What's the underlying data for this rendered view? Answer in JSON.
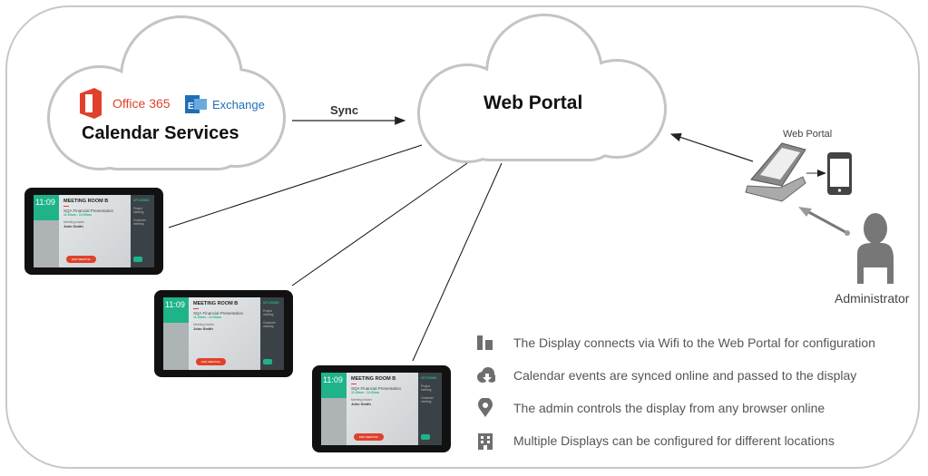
{
  "calendar_cloud": {
    "title": "Calendar Services",
    "office_logo": "Office 365",
    "exchange_logo": "Exchange"
  },
  "sync_label": "Sync",
  "portal_cloud": {
    "title": "Web Portal"
  },
  "admin": {
    "laptop_label": "Web Portal",
    "person_label": "Administrator"
  },
  "tablet": {
    "time": "11:09",
    "room": "MEETING ROOM B",
    "event": "SQA Financial Presentation",
    "event_time": "11:00am - 12:00am",
    "leader_label": "Meeting leader",
    "leader": "John Smith",
    "end_button": "END MEETING",
    "upcoming": "UPCOMING",
    "upcoming_items": [
      "Project meeting",
      "Customer meeting"
    ]
  },
  "features": [
    {
      "icon": "chess-icon",
      "text": "The Display connects via Wifi to the Web Portal for configuration"
    },
    {
      "icon": "cloud-download-icon",
      "text": "Calendar events are synced online and passed to the display"
    },
    {
      "icon": "map-pin-icon",
      "text": "The admin controls the display from any browser online"
    },
    {
      "icon": "building-icon",
      "text": "Multiple Displays can be configured for different locations"
    }
  ],
  "colors": {
    "accent": "#1fb38a",
    "office": "#e0412b",
    "exchange": "#1f6fb6",
    "icon_gray": "#6e6e6e"
  }
}
